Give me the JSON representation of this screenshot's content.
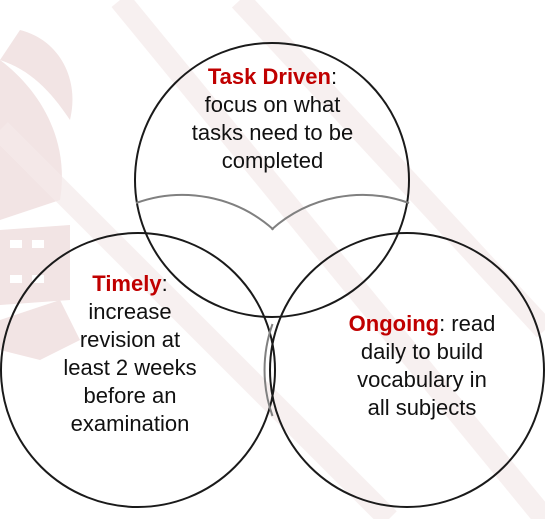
{
  "theme": {
    "keyword_color": "#c00000",
    "text_color": "#111111",
    "circle_stroke": "#1a1a1a",
    "overlap_stroke": "#808080",
    "watermark_color": "#f2e4e4"
  },
  "circles": [
    {
      "keyword": "Task Driven",
      "separator": ":",
      "lines": [
        "focus on what",
        "tasks need to be",
        "completed"
      ]
    },
    {
      "keyword": "Timely",
      "separator": ":",
      "lines": [
        "increase",
        "revision at",
        "least 2 weeks",
        "before an",
        "examination"
      ]
    },
    {
      "keyword": "Ongoing",
      "separator": ": read",
      "lines": [
        "daily to build",
        "vocabulary in",
        "all subjects"
      ]
    }
  ]
}
